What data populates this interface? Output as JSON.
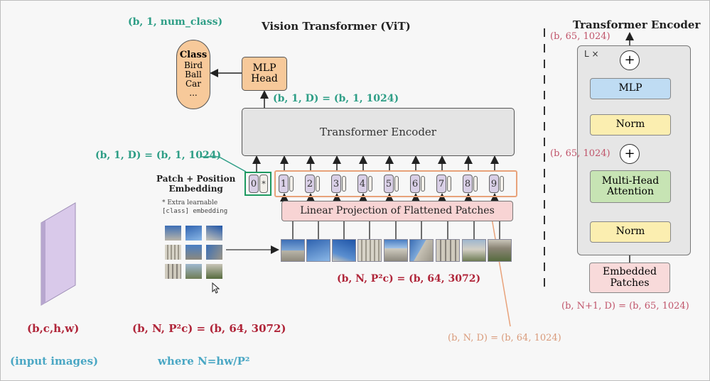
{
  "vit_title": "Vision Transformer (ViT)",
  "encoder_title": "Transformer Encoder",
  "class_box": {
    "heading": "Class",
    "items": [
      "Bird",
      "Ball",
      "Car",
      "..."
    ]
  },
  "output_shape": "(b, 1, num_class)",
  "mlp_head": "MLP\nHead",
  "cls_shape_top": "(b, 1, D) = (b, 1, 1024)",
  "transformer_encoder": "Transformer Encoder",
  "cls_shape_left": "(b, 1, D) = (b, 1, 1024)",
  "patch_pos_label": "Patch + Position\nEmbedding",
  "extra_note_line1": "* Extra learnable",
  "extra_note_line2": "[class] embedding",
  "token_zero": "0",
  "token_star": "*",
  "tokens": [
    "1",
    "2",
    "3",
    "4",
    "5",
    "6",
    "7",
    "8",
    "9"
  ],
  "linear_projection": "Linear Projection of Flattened Patches",
  "patches_shape": "(b, N, P²c) = (b, 64, 3072)",
  "input_dims": "(b,c,h,w)",
  "patches_shape_bottom": "(b, N, P²c) = (b, 64, 3072)",
  "input_caption": "(input images)",
  "n_formula": "where N=hw/P²",
  "embed_shape_peach": "(b, N, D) = (b, 64, 1024)",
  "encoder_detail": {
    "top_shape": "(b, 65, 1024)",
    "mid_shape": "(b, 65, 1024)",
    "repeat": "L ×",
    "mlp": "MLP",
    "norm_top": "Norm",
    "mha": "Multi-Head\nAttention",
    "norm_bottom": "Norm",
    "plus": "+",
    "embedded_patches": "Embedded\nPatches",
    "input_shape": "(b, N+1, D) = (b, 65, 1024)"
  },
  "colors": {
    "teal": "#2e9e86",
    "red": "#b0263a",
    "peach": "#e8a27a",
    "mlp_head_fill": "#f7c99a",
    "encoder_fill": "#e4e4e4",
    "projection_fill": "#f8d4d4",
    "norm_fill": "#fbeeb0",
    "mlp_fill": "#bfdcf3",
    "mha_fill": "#c7e4b4",
    "embedded_fill": "#f8dada",
    "class_embed_border": "#1e9a60"
  },
  "icons": [
    "cursor-arrow-icon"
  ]
}
